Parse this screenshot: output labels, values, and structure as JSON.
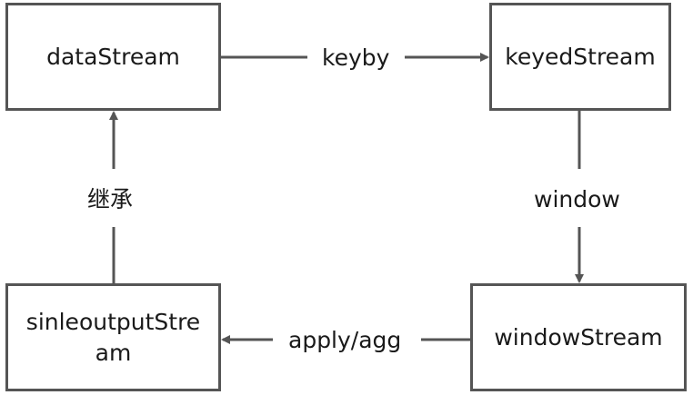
{
  "nodes": {
    "data_stream": "dataStream",
    "keyed_stream": "keyedStream",
    "window_stream": "windowStream",
    "single_output_stream_line1": "sinleoutputStre",
    "single_output_stream_line2": "am"
  },
  "edges": {
    "keyby": "keyby",
    "window": "window",
    "apply_agg": "apply/agg",
    "inherit": "继承"
  },
  "colors": {
    "line": "#555555",
    "text": "#1a1a1a",
    "background": "#ffffff"
  }
}
